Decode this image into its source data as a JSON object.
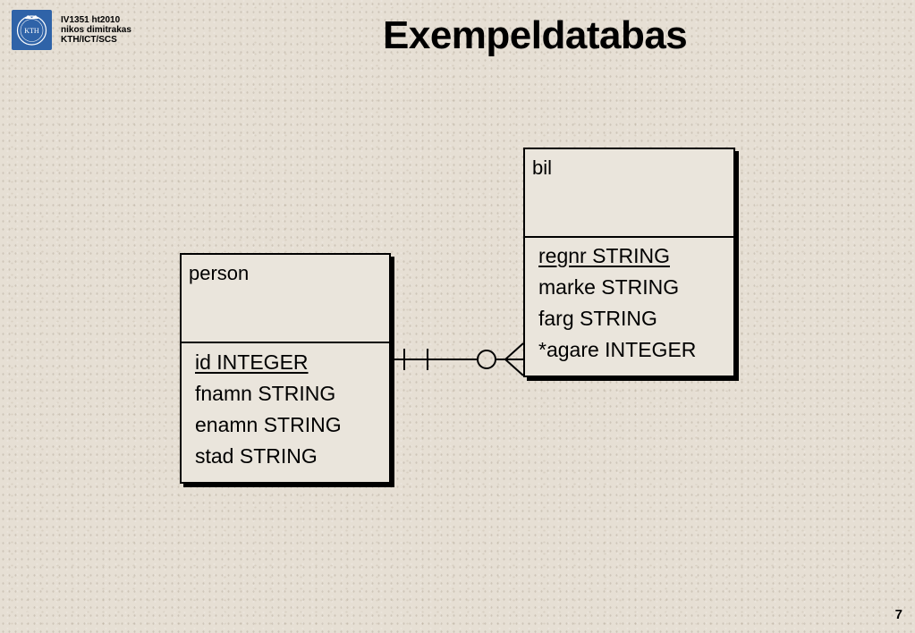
{
  "header": {
    "course_lines": [
      "IV1351 ht2010",
      "nikos dimitrakas",
      "KTH/ICT/SCS"
    ],
    "logo_text": "KTH",
    "title": "Exempeldatabas"
  },
  "diagram": {
    "entities": [
      {
        "name": "person",
        "attributes": [
          "id INTEGER",
          "fnamn STRING",
          "enamn STRING",
          "stad STRING"
        ],
        "primary_key": "id INTEGER"
      },
      {
        "name": "bil",
        "attributes": [
          "regnr STRING",
          "marke STRING",
          "farg STRING",
          "*agare INTEGER"
        ],
        "primary_key": "regnr STRING"
      }
    ],
    "relationship": {
      "from": "person",
      "to": "bil",
      "from_cardinality": "exactly one",
      "to_cardinality": "zero or many"
    }
  },
  "footer": {
    "page_number": "7"
  },
  "colors": {
    "background": "#e6dfd4",
    "logo": "#2f63a8",
    "line": "#000000"
  }
}
